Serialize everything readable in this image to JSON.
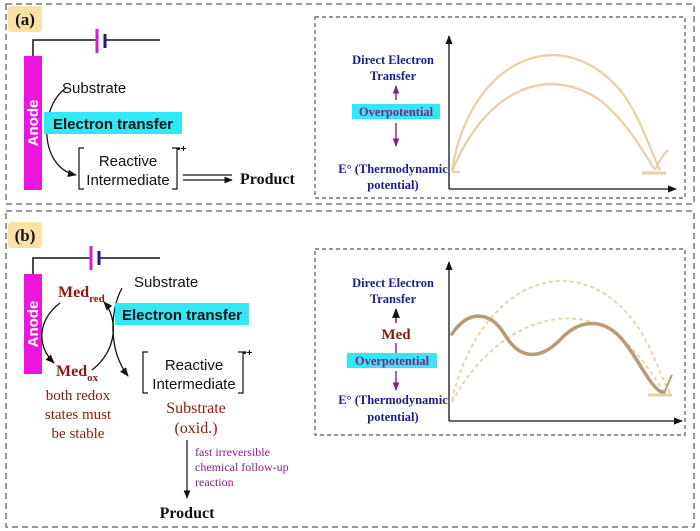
{
  "panel_a": {
    "label": "(a)",
    "anode_label": "Anode",
    "substrate": "Substrate",
    "electron_transfer": "Electron transfer",
    "reactive_line1": "Reactive",
    "reactive_line2": "Intermediate",
    "radical_charge": "•+",
    "product": "Product",
    "energy_diagram": {
      "direct_line1": "Direct Electron",
      "direct_line2": "Transfer",
      "overpotential": "Overpotential",
      "e0_line1": "E° (Thermodynamic",
      "e0_line2": "potential)"
    }
  },
  "panel_b": {
    "label": "(b)",
    "anode_label": "Anode",
    "med_red": "Med",
    "med_red_sub": "red",
    "med_ox": "Med",
    "med_ox_sub": "ox",
    "stable_line1": "both redox",
    "stable_line2": "states must",
    "stable_line3": "be stable",
    "substrate": "Substrate",
    "electron_transfer": "Electron transfer",
    "reactive_line1": "Reactive",
    "reactive_line2": "Intermediate",
    "radical_charge": "•+",
    "substrate_oxid_line1": "Substrate",
    "substrate_oxid_line2": "(oxid.)",
    "followup_line1": "fast irreversible",
    "followup_line2": "chemical follow-up",
    "followup_line3": "reaction",
    "product": "Product",
    "energy_diagram": {
      "direct_line1": "Direct Electron",
      "direct_line2": "Transfer",
      "med": "Med",
      "overpotential": "Overpotential",
      "e0_line1": "E° (Thermodynamic",
      "e0_line2": "potential)"
    }
  },
  "colors": {
    "label_bg": "#fbe1a6",
    "anode": "#ee14e0",
    "highlight": "#33e8f5",
    "navy": "#1c1d8c",
    "purple": "#8e1a8e",
    "dark_red": "#8b1a0e",
    "curve": "#e9cfa5",
    "curve_dark": "#b89a78"
  }
}
